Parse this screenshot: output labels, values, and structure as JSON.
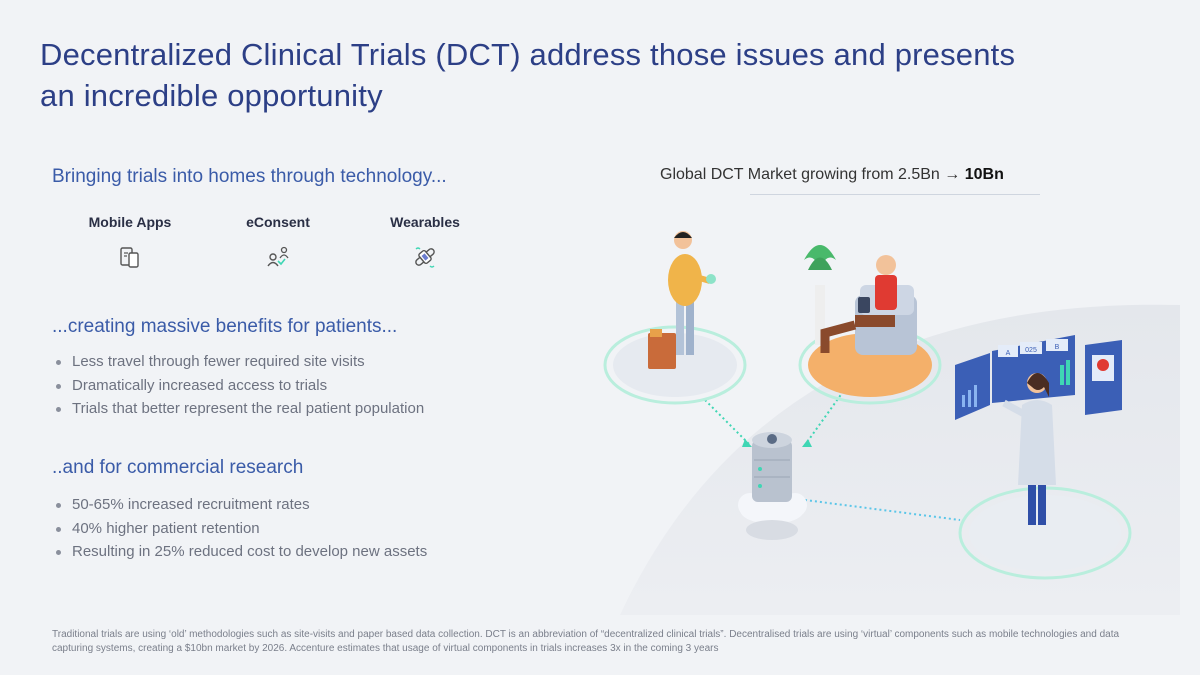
{
  "title": "Decentralized Clinical Trials (DCT) address those issues and presents an incredible opportunity",
  "section1": {
    "heading": "Bringing trials into homes through technology...",
    "features": [
      {
        "label": "Mobile Apps",
        "icon": "mobile-apps-icon"
      },
      {
        "label": "eConsent",
        "icon": "econsent-icon"
      },
      {
        "label": "Wearables",
        "icon": "wearables-icon"
      }
    ]
  },
  "section2": {
    "heading": "...creating massive benefits for patients...",
    "bullets": [
      "Less travel through fewer required site visits",
      "Dramatically increased access to trials",
      "Trials that better represent the real patient population"
    ]
  },
  "section3": {
    "heading": "..and for commercial research",
    "bullets": [
      "50-65% increased recruitment rates",
      "40% higher patient retention",
      "Resulting in 25% reduced cost to develop new assets"
    ]
  },
  "market": {
    "prefix": "Global DCT Market growing from 2.5Bn →",
    "highlight": "10Bn"
  },
  "illustration": {
    "screen_labels": [
      "A",
      "025",
      "B"
    ]
  },
  "footnote": "Traditional trials are using ‘old’ methodologies such as site-visits and paper based data collection. DCT is an abbreviation of “decentralized clinical trials”. Decentralised trials are using ‘virtual’ components such as mobile technologies and data capturing systems, creating a $10bn market by 2026. Accenture estimates that usage of virtual components in trials increases 3x in the coming 3 years",
  "colors": {
    "title": "#2c3f86",
    "heading": "#3a5ba8",
    "accent_teal": "#3fd6b4",
    "screen_blue": "#3b5fb6"
  }
}
